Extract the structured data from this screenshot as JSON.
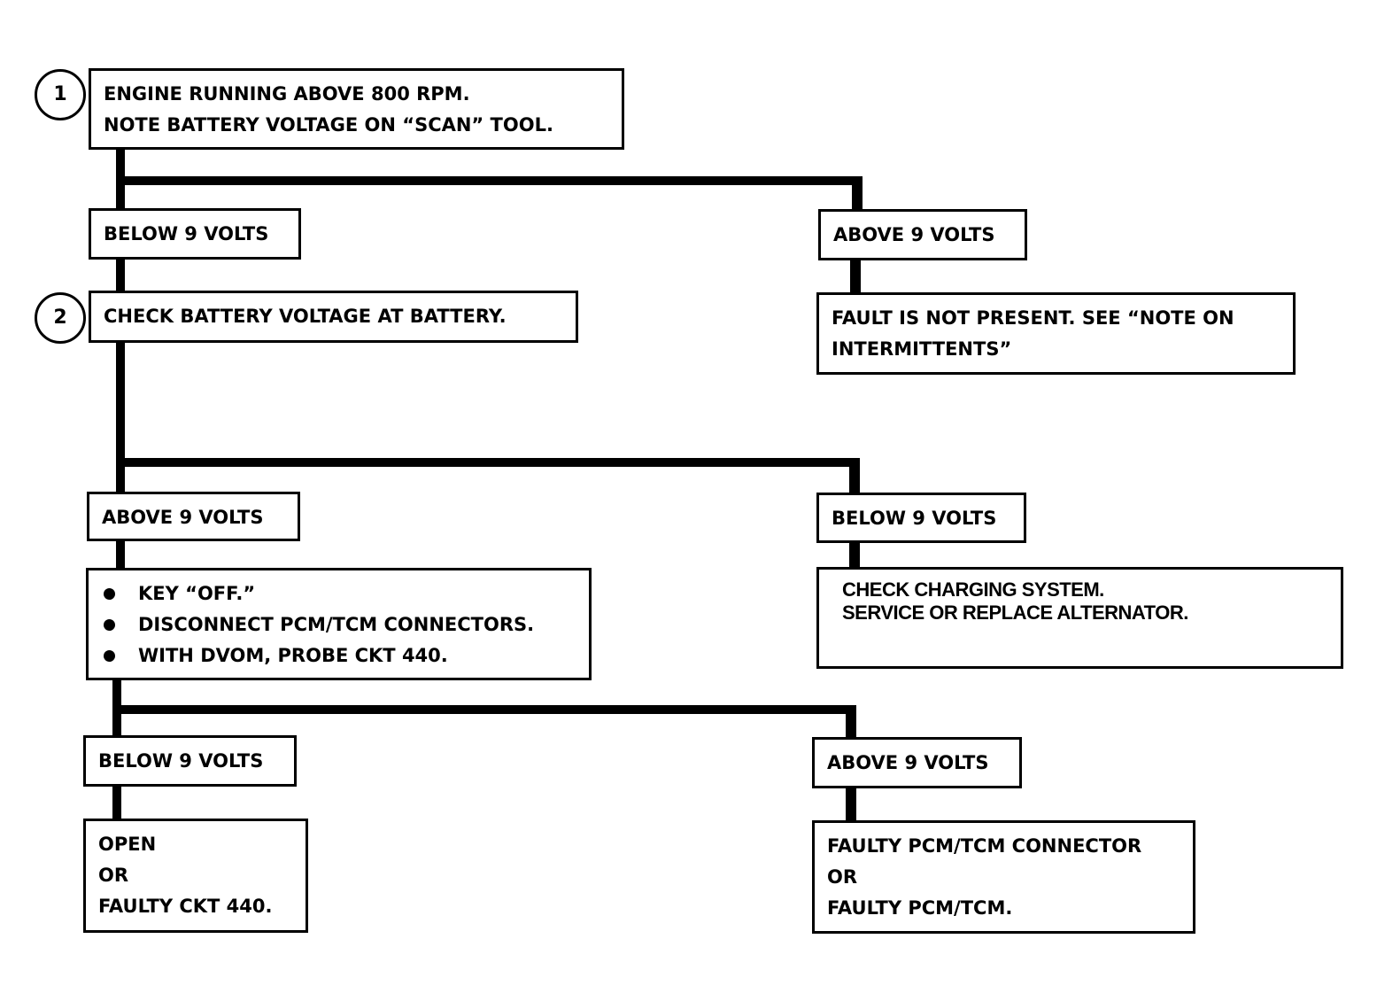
{
  "steps": [
    {
      "number": "1"
    },
    {
      "number": "2"
    }
  ],
  "step1": {
    "lines": [
      "ENGINE RUNNING ABOVE 800 RPM.",
      "NOTE BATTERY VOLTAGE ON “SCAN” TOOL."
    ]
  },
  "level1": {
    "left_label": "BELOW 9 VOLTS",
    "right_label": "ABOVE 9 VOLTS",
    "right_result": [
      "FAULT IS NOT PRESENT.  SEE  “NOTE ON",
      "INTERMITTENTS”"
    ]
  },
  "step2": {
    "text": "CHECK BATTERY VOLTAGE AT BATTERY."
  },
  "level2": {
    "left_label": "ABOVE 9 VOLTS",
    "right_label": "BELOW 9 VOLTS",
    "right_result": [
      "CHECK CHARGING SYSTEM.",
      "SERVICE OR REPLACE ALTERNATOR."
    ],
    "actions": [
      "KEY “OFF.”",
      "DISCONNECT PCM/TCM CONNECTORS.",
      "WITH DVOM, PROBE CKT 440."
    ]
  },
  "level3": {
    "left_label": "BELOW 9 VOLTS",
    "right_label": "ABOVE 9 VOLTS",
    "left_result": [
      "OPEN",
      "OR",
      "FAULTY CKT 440."
    ],
    "right_result": [
      "FAULTY PCM/TCM CONNECTOR",
      "OR",
      "FAULTY PCM/TCM."
    ]
  }
}
